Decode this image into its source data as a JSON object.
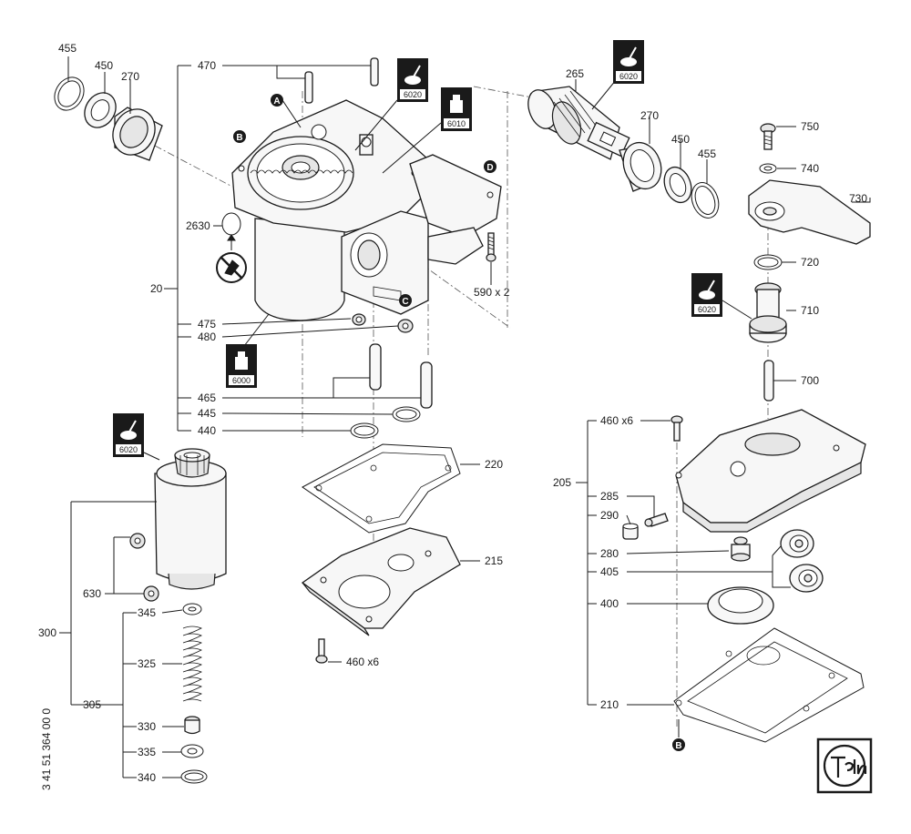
{
  "drawing_number": "3 41 51 364 00 0",
  "callouts": {
    "c455a": "455",
    "c450a": "450",
    "c270a": "270",
    "c470": "470",
    "c20": "20",
    "c2630": "2630",
    "c475": "475",
    "c480": "480",
    "c465": "465",
    "c445": "445",
    "c440": "440",
    "c265": "265",
    "c270b": "270",
    "c450b": "450",
    "c455b": "455",
    "c590": "590 x 2",
    "c750": "750",
    "c740": "740",
    "c730": "730",
    "c720": "720",
    "c710": "710",
    "c700": "700",
    "c220": "220",
    "c215": "215",
    "c460m": "460 x6",
    "c205": "205",
    "c460r": "460 x6",
    "c285": "285",
    "c290": "290",
    "c280": "280",
    "c405": "405",
    "c400": "400",
    "c210": "210",
    "c300": "300",
    "c630": "630",
    "c305": "305",
    "c345": "345",
    "c325": "325",
    "c330": "330",
    "c335": "335",
    "c340": "340"
  },
  "markers": {
    "A": "A",
    "B": "B",
    "C": "C",
    "D": "D",
    "B2": "B"
  },
  "lubricant_badges": {
    "b1": "6020",
    "b2": "6010",
    "b3": "6020",
    "b4": "6000",
    "b5": "6020",
    "b6": "6020"
  },
  "icons": [
    "grease-badge-icon",
    "no-grease-icon",
    "fein-logo-icon"
  ]
}
